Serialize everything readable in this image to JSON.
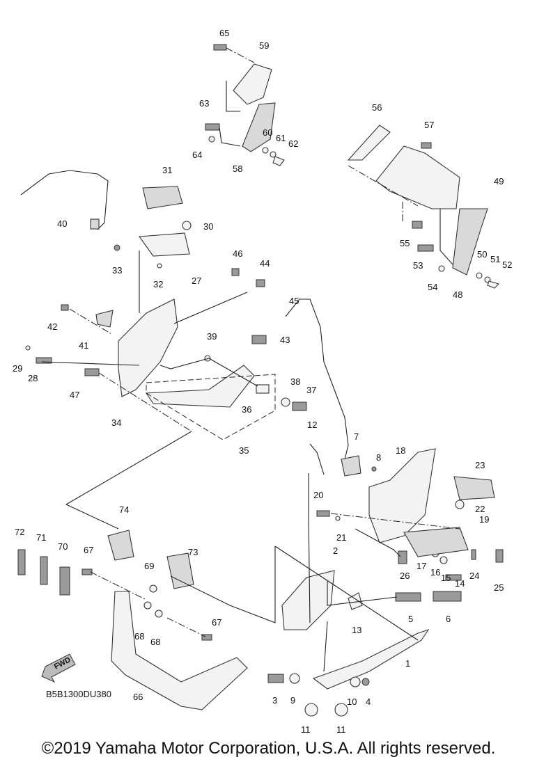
{
  "diagram": {
    "code": "B5B1300DU380",
    "fwd_label": "FWD",
    "copyright": "©2019 Yamaha Motor Corporation, U.S.A. All rights reserved."
  },
  "labels": [
    "1",
    "2",
    "3",
    "4",
    "5",
    "6",
    "7",
    "8",
    "9",
    "10",
    "11",
    "11",
    "12",
    "13",
    "14",
    "15",
    "16",
    "17",
    "18",
    "19",
    "20",
    "21",
    "22",
    "23",
    "24",
    "25",
    "26",
    "27",
    "28",
    "29",
    "30",
    "31",
    "32",
    "33",
    "34",
    "35",
    "36",
    "37",
    "38",
    "39",
    "40",
    "41",
    "42",
    "43",
    "44",
    "45",
    "46",
    "47",
    "48",
    "49",
    "50",
    "51",
    "52",
    "53",
    "54",
    "55",
    "56",
    "57",
    "58",
    "59",
    "60",
    "61",
    "62",
    "63",
    "64",
    "65",
    "66",
    "67",
    "67",
    "68",
    "68",
    "69",
    "70",
    "71",
    "72",
    "73",
    "74"
  ]
}
